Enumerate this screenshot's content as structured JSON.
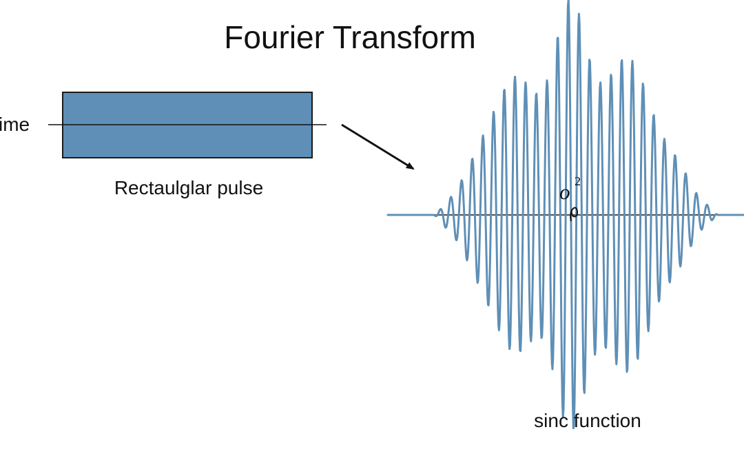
{
  "diagram": {
    "title": "Fourier Transform",
    "time_label": "ime",
    "pulse_label": "Rectaulglar pulse",
    "sinc_label": "sinc function",
    "origin_symbol": "o",
    "origin_superscript": "2",
    "colors": {
      "pulse_fill": "#5f8fb6",
      "pulse_stroke": "#1a1a1a",
      "wave": "#5f8fb6",
      "axis": "#111111",
      "text": "#111111"
    }
  }
}
